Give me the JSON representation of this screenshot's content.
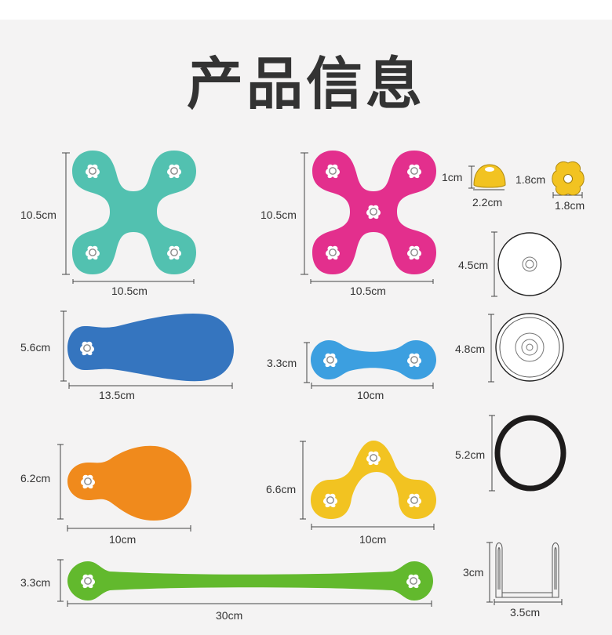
{
  "title": "产品信息",
  "colors": {
    "teal": "#52c1b0",
    "magenta": "#e32f8d",
    "navy_blue": "#3575bf",
    "sky_blue": "#3c9fe0",
    "orange": "#f08a1c",
    "yellow": "#f2c321",
    "green": "#62b92d",
    "background": "#f4f3f3",
    "text": "#333333"
  },
  "products": [
    {
      "id": "teal-x-piece",
      "shape": "x-connector",
      "color": "teal",
      "height": "10.5cm",
      "width": "10.5cm"
    },
    {
      "id": "magenta-x-piece",
      "shape": "x-connector-with-center-hole",
      "color": "magenta",
      "height": "10.5cm",
      "width": "10.5cm"
    },
    {
      "id": "yellow-dome-cap",
      "shape": "dome",
      "color": "yellow",
      "height": "1cm",
      "width": "2.2cm"
    },
    {
      "id": "yellow-flower-button",
      "shape": "flower",
      "color": "yellow",
      "height": "1.8cm",
      "width": "1.8cm"
    },
    {
      "id": "blue-paddle",
      "shape": "paddle",
      "color": "navy_blue",
      "height": "5.6cm",
      "width": "13.5cm"
    },
    {
      "id": "blue-bone-link",
      "shape": "bone-link",
      "color": "sky_blue",
      "height": "3.3cm",
      "width": "10cm"
    },
    {
      "id": "flat-disc",
      "shape": "disc",
      "color": "white",
      "diameter": "4.5cm"
    },
    {
      "id": "suction-disc",
      "shape": "suction-cup",
      "color": "white",
      "diameter": "4.8cm"
    },
    {
      "id": "orange-paddle",
      "shape": "paddle",
      "color": "orange",
      "height": "6.2cm",
      "width": "10cm"
    },
    {
      "id": "yellow-arch",
      "shape": "arch-connector",
      "color": "yellow",
      "height": "6.6cm",
      "width": "10cm"
    },
    {
      "id": "black-ring",
      "shape": "ring",
      "color": "black",
      "diameter": "5.2cm"
    },
    {
      "id": "green-long-link",
      "shape": "long-link",
      "color": "green",
      "height": "3.3cm",
      "width": "30cm"
    },
    {
      "id": "clear-holder",
      "shape": "u-holder",
      "color": "clear",
      "height": "3cm",
      "width": "3.5cm"
    }
  ]
}
